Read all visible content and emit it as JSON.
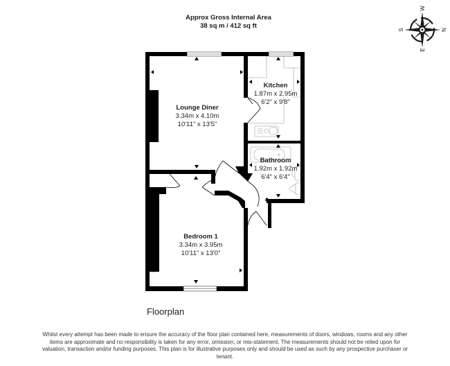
{
  "header": {
    "line1": "Approx Gross Internal Area",
    "line2": "38 sq m / 412 sq ft"
  },
  "compass": {
    "top": "W",
    "right": "N",
    "bottom": "E",
    "left": "S",
    "icon": "compass-rose-icon"
  },
  "rooms": [
    {
      "name": "Lounge Diner",
      "metric": "3.34m x 4.10m",
      "imperial": "10'11\" x 13'5\""
    },
    {
      "name": "Kitchen",
      "metric": "1.87m x 2.95m",
      "imperial": "6'2\" x 9'8\""
    },
    {
      "name": "Bathroom",
      "metric": "1.92m x 1.92m",
      "imperial": "6'4\" x 6'4\""
    },
    {
      "name": "Bedroom 1",
      "metric": "3.34m x 3.95m",
      "imperial": "10'11\" x 13'0\""
    }
  ],
  "colors": {
    "wall": "#000000",
    "fixture": "#b5b5b5",
    "window": "#ffffff"
  },
  "plan_title": "Floorplan",
  "disclaimer": "Whilst every attempt has been made to ensure the accuracy of the floor plan contained here, measurements of doors, windows, rooms and any other items are approximate and no responsibility is taken for any error, omission, or mis-statement. The measurements should not be relied upon for valuation, transaction and/or funding purposes. This plan is for illustrative purposes only and should be used as such by any prospective purchaser or tenant."
}
